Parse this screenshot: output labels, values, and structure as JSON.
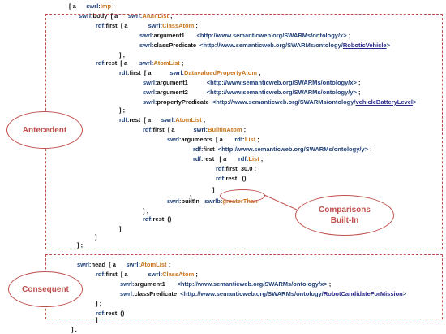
{
  "antecedent_label": "Antecedent",
  "consequent_label": "Consequent",
  "comparisons_label": [
    "Comparisons",
    "Built-In"
  ],
  "code_lines": [
    [
      {
        "t": "[ a      ",
        "c": "plain"
      },
      {
        "t": "swrl:",
        "c": "prefix"
      },
      {
        "t": "Imp",
        "c": "term"
      },
      {
        "t": " ;",
        "c": "plain"
      }
    ],
    [
      {
        "t": "swrl:",
        "c": "prefix"
      },
      {
        "t": "body",
        "c": "plain"
      },
      {
        "t": "  [ a      ",
        "c": "plain"
      },
      {
        "t": "swrl:",
        "c": "prefix"
      },
      {
        "t": "AtomList",
        "c": "term"
      },
      {
        "t": " ;",
        "c": "plain"
      }
    ],
    [
      {
        "t": "rdf:",
        "c": "prefix"
      },
      {
        "t": "first",
        "c": "plain"
      },
      {
        "t": "  [ a            ",
        "c": "plain"
      },
      {
        "t": "swrl:",
        "c": "prefix"
      },
      {
        "t": "ClassAtom",
        "c": "term"
      },
      {
        "t": " ;",
        "c": "plain"
      }
    ],
    [
      {
        "t": "swrl:",
        "c": "prefix"
      },
      {
        "t": "argument1",
        "c": "plain"
      },
      {
        "t": "       <http://www.semanticweb.org/SWARMs/ontology/x>",
        "c": "uri"
      },
      {
        "t": " ;",
        "c": "plain"
      }
    ],
    [
      {
        "t": "swrl:",
        "c": "prefix"
      },
      {
        "t": "classPredicate",
        "c": "plain"
      },
      {
        "t": "  <http://www.semanticweb.org/SWARMs/ontology/",
        "c": "uri"
      },
      {
        "t": "RoboticVehicle",
        "c": "uri-local"
      },
      {
        "t": ">",
        "c": "uri"
      }
    ],
    [
      {
        "t": "] ;",
        "c": "plain"
      }
    ],
    [
      {
        "t": "rdf:",
        "c": "prefix"
      },
      {
        "t": "rest",
        "c": "plain"
      },
      {
        "t": "  [ a       ",
        "c": "plain"
      },
      {
        "t": "swrl:",
        "c": "prefix"
      },
      {
        "t": "AtomList",
        "c": "term"
      },
      {
        "t": " ;",
        "c": "plain"
      }
    ],
    [
      {
        "t": "rdf:",
        "c": "prefix"
      },
      {
        "t": "first",
        "c": "plain"
      },
      {
        "t": "  [ a           ",
        "c": "plain"
      },
      {
        "t": "swrl:",
        "c": "prefix"
      },
      {
        "t": "DatavaluedPropertyAtom",
        "c": "term"
      },
      {
        "t": " ;",
        "c": "plain"
      }
    ],
    [
      {
        "t": "swrl:",
        "c": "prefix"
      },
      {
        "t": "argument1",
        "c": "plain"
      },
      {
        "t": "           <http://www.semanticweb.org/SWARMs/ontology/x>",
        "c": "uri"
      },
      {
        "t": " ;",
        "c": "plain"
      }
    ],
    [
      {
        "t": "swrl:",
        "c": "prefix"
      },
      {
        "t": "argument2",
        "c": "plain"
      },
      {
        "t": "           <http://www.semanticweb.org/SWARMs/ontology/y>",
        "c": "uri"
      },
      {
        "t": " ;",
        "c": "plain"
      }
    ],
    [
      {
        "t": "swrl:",
        "c": "prefix"
      },
      {
        "t": "propertyPredicate",
        "c": "plain"
      },
      {
        "t": "  <http://www.semanticweb.org/SWARMs/ontology/",
        "c": "uri"
      },
      {
        "t": "vehicleBatteryLevel",
        "c": "uri-local"
      },
      {
        "t": ">",
        "c": "uri"
      }
    ],
    [
      {
        "t": "] ;",
        "c": "plain"
      }
    ],
    [
      {
        "t": "rdf:",
        "c": "prefix"
      },
      {
        "t": "rest",
        "c": "plain"
      },
      {
        "t": "  [ a      ",
        "c": "plain"
      },
      {
        "t": "swrl:",
        "c": "prefix"
      },
      {
        "t": "AtomList",
        "c": "term"
      },
      {
        "t": " ;",
        "c": "plain"
      }
    ],
    [
      {
        "t": "rdf:",
        "c": "prefix"
      },
      {
        "t": "first",
        "c": "plain"
      },
      {
        "t": "  [ a           ",
        "c": "plain"
      },
      {
        "t": "swrl:",
        "c": "prefix"
      },
      {
        "t": "BuiltinAtom",
        "c": "term"
      },
      {
        "t": " ;",
        "c": "plain"
      }
    ],
    [
      {
        "t": "swrl:",
        "c": "prefix"
      },
      {
        "t": "arguments",
        "c": "plain"
      },
      {
        "t": "  [ a       ",
        "c": "plain"
      },
      {
        "t": "rdf:",
        "c": "prefix"
      },
      {
        "t": "List",
        "c": "term"
      },
      {
        "t": " ;",
        "c": "plain"
      }
    ],
    [
      {
        "t": "rdf:",
        "c": "prefix"
      },
      {
        "t": "first",
        "c": "plain"
      },
      {
        "t": "  <http://www.semanticweb.org/SWARMs/ontology/y>",
        "c": "uri"
      },
      {
        "t": " ;",
        "c": "plain"
      }
    ],
    [
      {
        "t": "rdf:",
        "c": "prefix"
      },
      {
        "t": "rest",
        "c": "plain"
      },
      {
        "t": "   [ a       ",
        "c": "plain"
      },
      {
        "t": "rdf:",
        "c": "prefix"
      },
      {
        "t": "List",
        "c": "term"
      },
      {
        "t": " ;",
        "c": "plain"
      }
    ],
    [
      {
        "t": "rdf:",
        "c": "prefix"
      },
      {
        "t": "first",
        "c": "plain"
      },
      {
        "t": "  30.0 ;",
        "c": "plain"
      }
    ],
    [
      {
        "t": "rdf:",
        "c": "prefix"
      },
      {
        "t": "rest",
        "c": "plain"
      },
      {
        "t": "   ()",
        "c": "plain"
      }
    ],
    [
      {
        "t": "]",
        "c": "plain"
      }
    ],
    [
      {
        "t": "] ;",
        "c": "plain"
      }
    ],
    [
      {
        "t": "swrl:",
        "c": "prefix"
      },
      {
        "t": "builtin",
        "c": "plain"
      },
      {
        "t": "   ",
        "c": "plain"
      },
      {
        "t": "swrlb:",
        "c": "prefix"
      },
      {
        "t": "greaterThan",
        "c": "term"
      }
    ],
    [
      {
        "t": "] ;",
        "c": "plain"
      }
    ],
    [
      {
        "t": "rdf:",
        "c": "prefix"
      },
      {
        "t": "rest",
        "c": "plain"
      },
      {
        "t": "  ()",
        "c": "plain"
      }
    ],
    [
      {
        "t": "]",
        "c": "plain"
      }
    ],
    [
      {
        "t": "]",
        "c": "plain"
      }
    ],
    [
      {
        "t": "] ;",
        "c": "plain"
      }
    ],
    [
      {
        "t": "swrl:",
        "c": "prefix"
      },
      {
        "t": "head",
        "c": "plain"
      },
      {
        "t": "  [ a      ",
        "c": "plain"
      },
      {
        "t": "swrl:",
        "c": "prefix"
      },
      {
        "t": "AtomList",
        "c": "term"
      },
      {
        "t": " ;",
        "c": "plain"
      }
    ],
    [
      {
        "t": "rdf:",
        "c": "prefix"
      },
      {
        "t": "first",
        "c": "plain"
      },
      {
        "t": "  [ a            ",
        "c": "plain"
      },
      {
        "t": "swrl:",
        "c": "prefix"
      },
      {
        "t": "ClassAtom",
        "c": "term"
      },
      {
        "t": " ;",
        "c": "plain"
      }
    ],
    [
      {
        "t": "swrl:",
        "c": "prefix"
      },
      {
        "t": "argument1",
        "c": "plain"
      },
      {
        "t": "       <http://www.semanticweb.org/SWARMs/ontology/x>",
        "c": "uri"
      },
      {
        "t": " ;",
        "c": "plain"
      }
    ],
    [
      {
        "t": "swrl:",
        "c": "prefix"
      },
      {
        "t": "classPredicate",
        "c": "plain"
      },
      {
        "t": "  <http://www.semanticweb.org/SWARMs/ontology/",
        "c": "uri"
      },
      {
        "t": "RobotCandidateForMission",
        "c": "uri-local"
      },
      {
        "t": ">",
        "c": "uri"
      }
    ],
    [
      {
        "t": "] ;",
        "c": "plain"
      }
    ],
    [
      {
        "t": "rdf:",
        "c": "prefix"
      },
      {
        "t": "rest",
        "c": "plain"
      },
      {
        "t": "  ()",
        "c": "plain"
      }
    ],
    [
      {
        "t": "]",
        "c": "plain"
      }
    ],
    [
      {
        "t": "] .",
        "c": "plain"
      }
    ]
  ]
}
